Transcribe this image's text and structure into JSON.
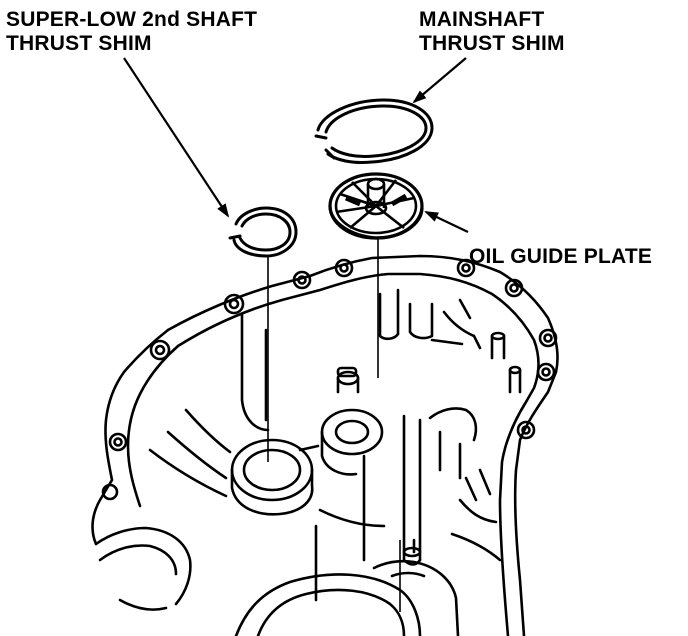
{
  "labels": {
    "super_low": {
      "line1": "SUPER-LOW 2nd SHAFT",
      "line2": "THRUST SHIM"
    },
    "mainshaft": {
      "line1": "MAINSHAFT",
      "line2": "THRUST SHIM"
    },
    "oil_guide": {
      "line1": "OIL GUIDE PLATE"
    }
  },
  "colors": {
    "ink": "#000000",
    "paper": "#ffffff"
  }
}
